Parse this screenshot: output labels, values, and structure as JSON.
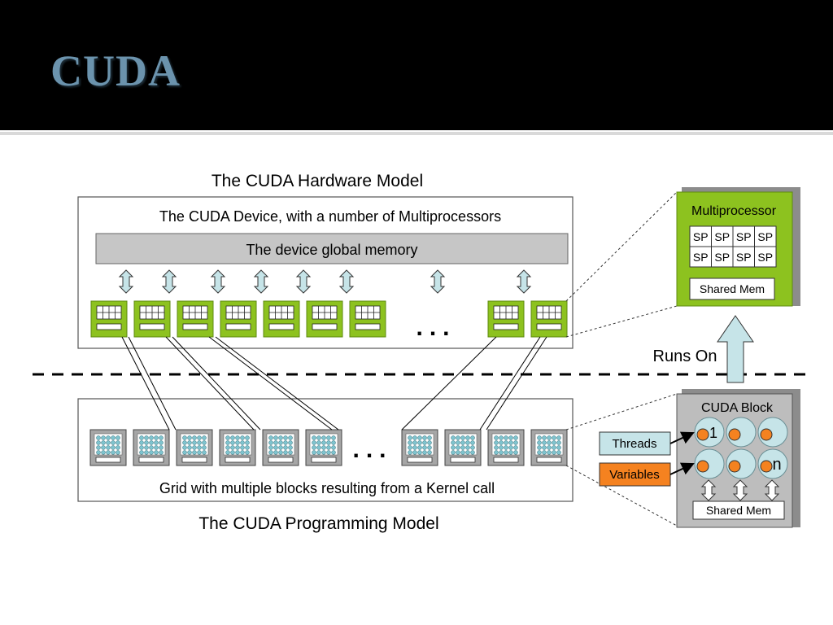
{
  "slide": {
    "title": "CUDA"
  },
  "hardware": {
    "heading": "The CUDA Hardware Model",
    "device_label": "The CUDA Device, with a number of Multiprocessors",
    "global_memory": "The device global memory",
    "ellipsis": "..."
  },
  "programming": {
    "heading": "The CUDA Programming Model",
    "grid_label": "Grid with multiple blocks resulting from a Kernel call",
    "ellipsis": "..."
  },
  "multiprocessor": {
    "title": "Multiprocessor",
    "sp": [
      "SP",
      "SP",
      "SP",
      "SP",
      "SP",
      "SP",
      "SP",
      "SP"
    ],
    "shared_mem": "Shared Mem"
  },
  "runs_on": "Runs On",
  "cuda_block": {
    "title": "CUDA Block",
    "first_thread": "1",
    "last_thread": "n",
    "shared_mem": "Shared Mem",
    "threads_label": "Threads",
    "variables_label": "Variables"
  },
  "colors": {
    "green": "#8dc21f",
    "grey_block": "#a6a6a6",
    "light_blue": "#c6e4e8",
    "orange": "#f58220"
  }
}
